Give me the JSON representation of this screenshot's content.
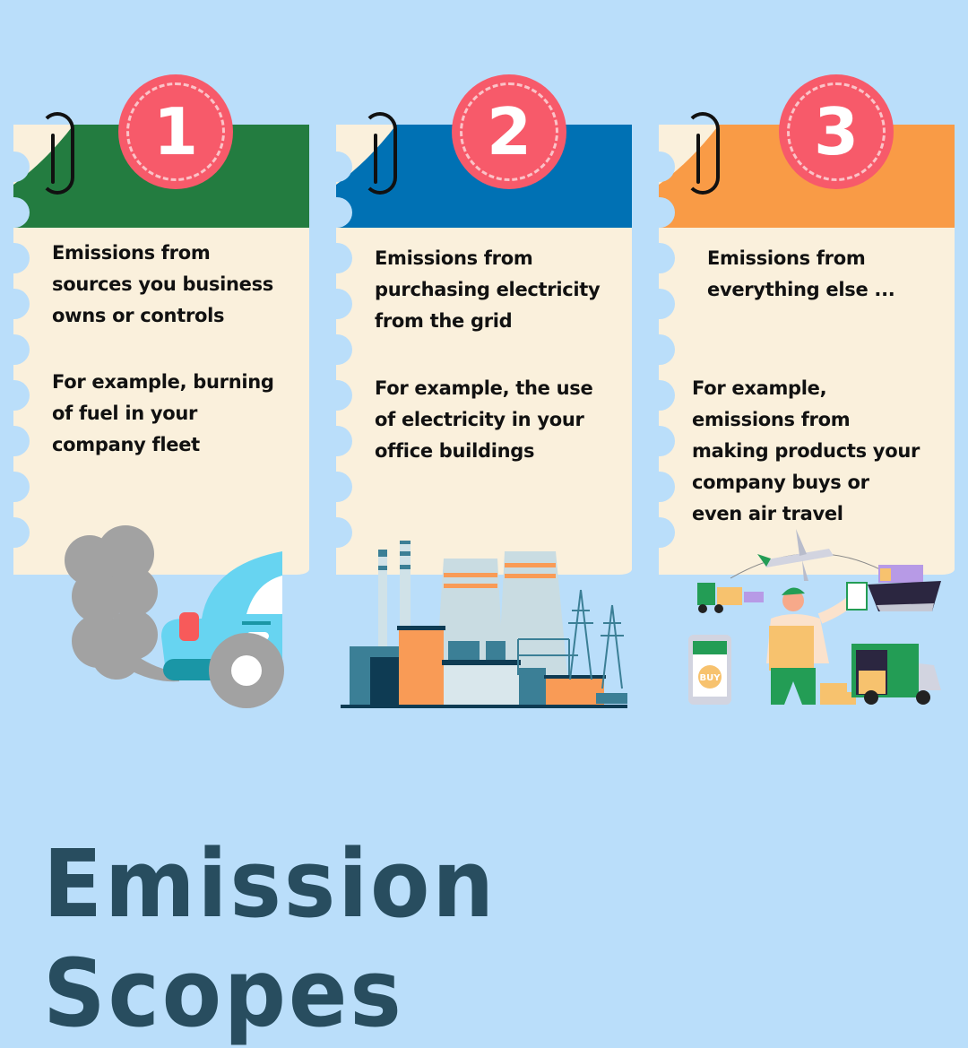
{
  "title": "Emission Scopes",
  "colors": {
    "background": "#badefa",
    "card": "#faf0dc",
    "badge": "#f75a6a",
    "title": "#284d5f",
    "scope1_band": "#237c40",
    "scope2_band": "#0071b4",
    "scope3_band": "#f99b46"
  },
  "scopes": [
    {
      "number": "1",
      "band_color": "#237c40",
      "description": [
        "Emissions from",
        "sources you business",
        "owns or controls"
      ],
      "example": [
        "For example, burning",
        "of fuel in your",
        "company fleet"
      ],
      "illustration": "car-exhaust-icon"
    },
    {
      "number": "2",
      "band_color": "#0071b4",
      "description": [
        "Emissions from",
        "purchasing electricity",
        "from the grid"
      ],
      "example": [
        "For example, the use",
        "of electricity in your",
        "office buildings"
      ],
      "illustration": "power-plant-icon"
    },
    {
      "number": "3",
      "band_color": "#f99b46",
      "description": [
        "Emissions from",
        "everything else ..."
      ],
      "example": [
        "For example,",
        "emissions from",
        "making products your",
        "company buys or",
        "even air travel"
      ],
      "illustration": "supply-chain-logistics-icon"
    }
  ]
}
